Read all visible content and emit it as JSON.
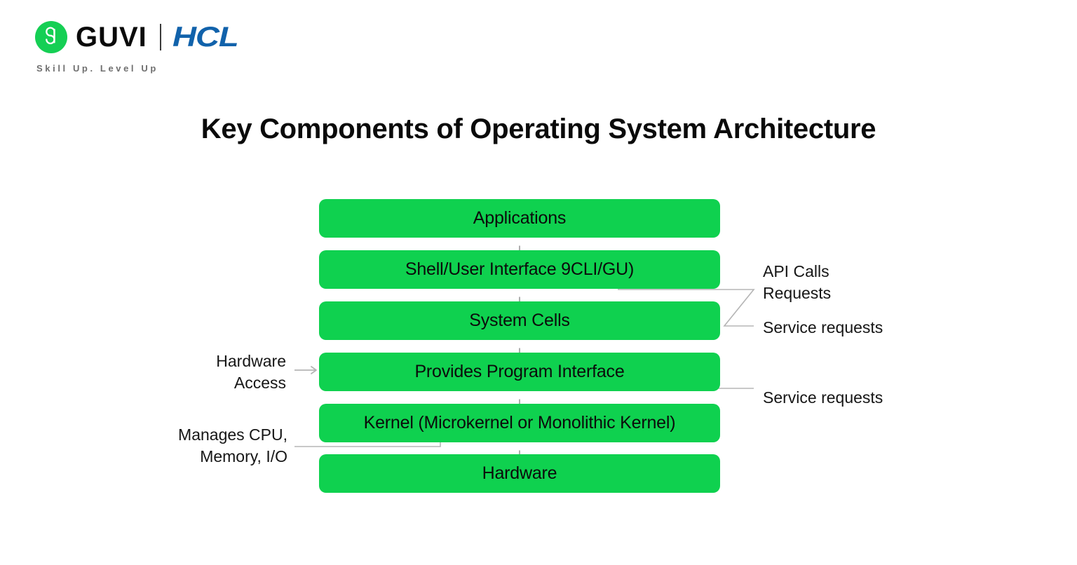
{
  "brand": {
    "guvi_wordmark": "GUVI",
    "guvi_mark_icon": "guvi-g-logo-icon",
    "guvi_tagline": "Skill Up. Level Up",
    "hcl_wordmark": "HCL",
    "divider_icon": "vertical-divider-icon",
    "guvi_green": "#15cf54",
    "hcl_blue": "#1162ab"
  },
  "slide": {
    "title": "Key Components of Operating System Architecture",
    "background": "#ffffff"
  },
  "diagram": {
    "box_color": "#0fd14f",
    "box_text_color": "#0b0b0b",
    "connector_color": "#b5b5b5",
    "flow_arrow_glyph": "↓",
    "layers": [
      {
        "label": "Applications"
      },
      {
        "label": "Shell/User Interface 9CLI/GU)"
      },
      {
        "label": "System Cells"
      },
      {
        "label": "Provides Program Interface"
      },
      {
        "label": "Kernel (Microkernel or Monolithic Kernel)"
      },
      {
        "label": "Hardware"
      }
    ],
    "annotations": [
      {
        "id": "api-calls",
        "text": "API Calls\nRequests",
        "side": "right"
      },
      {
        "id": "service-1",
        "text": "Service requests",
        "side": "right"
      },
      {
        "id": "service-2",
        "text": "Service requests",
        "side": "right"
      },
      {
        "id": "hw-access",
        "text": "Hardware\nAccess",
        "side": "left"
      },
      {
        "id": "manages",
        "text": "Manages CPU,\nMemory, I/O",
        "side": "left"
      }
    ]
  }
}
